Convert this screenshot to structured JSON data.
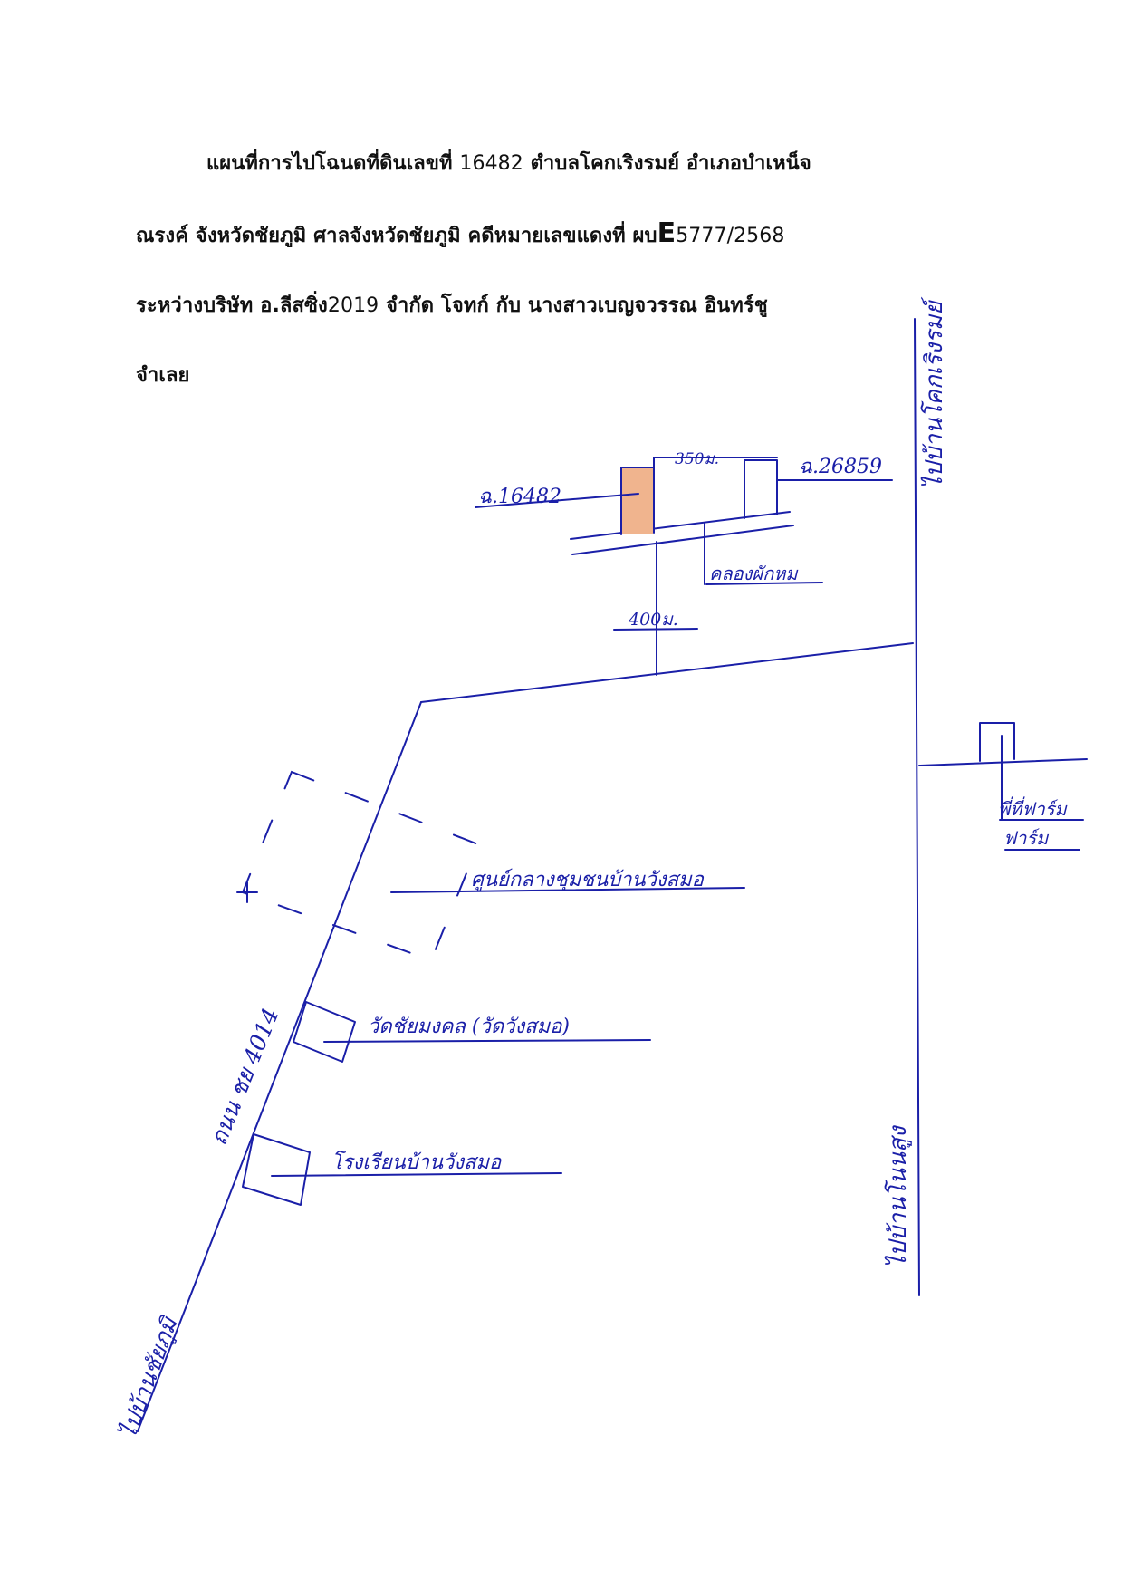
{
  "heading": {
    "line1_a": "แผนที่การไปโฉนดที่ดินเลขที่ ",
    "line1_num": "16482",
    "line1_b": " ตำบลโคกเริงรมย์ อำเภอบำเหน็จ",
    "line2_a": "ณรงค์ จังหวัดชัยภูมิ  ศาลจังหวัดชัยภูมิ คดีหมายเลขแดงที่ ผบ",
    "line2_big": "E",
    "line2_num": "5777/2568",
    "line3_a": "ระหว่างบริษัท อ.ลีสซิ่ง",
    "line3_num": "2019",
    "line3_b": " จำกัด  โจทก์ กับ นางสาวเบญจวรรณ อินทร์ชู",
    "line4": "จำเลย"
  },
  "map": {
    "parcel_label": "ฉ.16482",
    "neighbor_parcel_label": "ฉ.26859",
    "distance_top": "350ม.",
    "canal_label": "คลองผักหม",
    "distance_side": "400ม.",
    "road_to_top": "ไปบ้านโคกเริงรมย์",
    "road_to_bottom_right": "ไปบ้านโนนสูง",
    "farm_label_1": "พี่ที่ฟาร์ม",
    "farm_label_2": "ฟาร์ม",
    "community_center": "ศูนย์กลางชุมชนบ้านวังสมอ",
    "temple": "วัดชัยมงคล (วัดวังสมอ)",
    "school": "โรงเรียนบ้านวังสมอ",
    "highway": "ถนน ชย 4014",
    "road_to_bottom_left": "ไปบ้านชัยภูมิ",
    "parcel_fill_color": "#f0b48e",
    "ink_color": "#1a1fa8"
  }
}
